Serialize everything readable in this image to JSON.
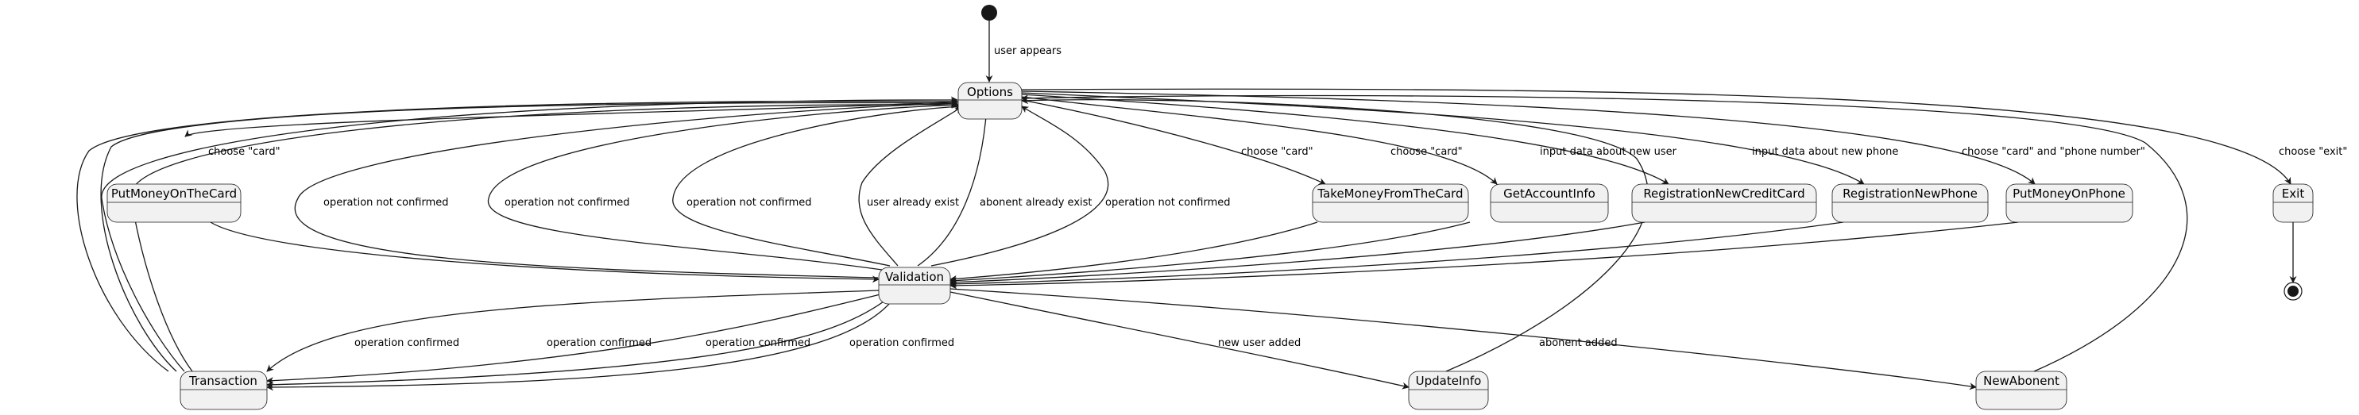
{
  "diagram": {
    "states": {
      "options": "Options",
      "put_money_on_the_card": "PutMoneyOnTheCard",
      "take_money_from_the_card": "TakeMoneyFromTheCard",
      "get_account_info": "GetAccountInfo",
      "registration_new_credit_card": "RegistrationNewCreditCard",
      "registration_new_phone": "RegistrationNewPhone",
      "put_money_on_phone": "PutMoneyOnPhone",
      "exit": "Exit",
      "validation": "Validation",
      "transaction": "Transaction",
      "update_info": "UpdateInfo",
      "new_abonent": "NewAbonent"
    },
    "labels": {
      "user_appears": "user appears",
      "choose_card_put": "choose \"card\"",
      "choose_card_take": "choose \"card\"",
      "choose_card_info": "choose \"card\"",
      "input_new_user": "input data about new user",
      "input_new_phone": "input data about new phone",
      "choose_card_and_phone": "choose \"card\" and \"phone number\"",
      "choose_exit": "choose \"exit\"",
      "not_confirmed_1": "operation not confirmed",
      "not_confirmed_2": "operation not confirmed",
      "not_confirmed_3": "operation not confirmed",
      "user_already_exist": "user already exist",
      "abonent_already_exist": "abonent already exist",
      "not_confirmed_4": "operation not confirmed",
      "confirmed_1": "operation confirmed",
      "confirmed_2": "operation confirmed",
      "confirmed_3": "operation confirmed",
      "confirmed_4": "operation confirmed",
      "new_user_added": "new user added",
      "abonent_added": "abonent added"
    }
  }
}
